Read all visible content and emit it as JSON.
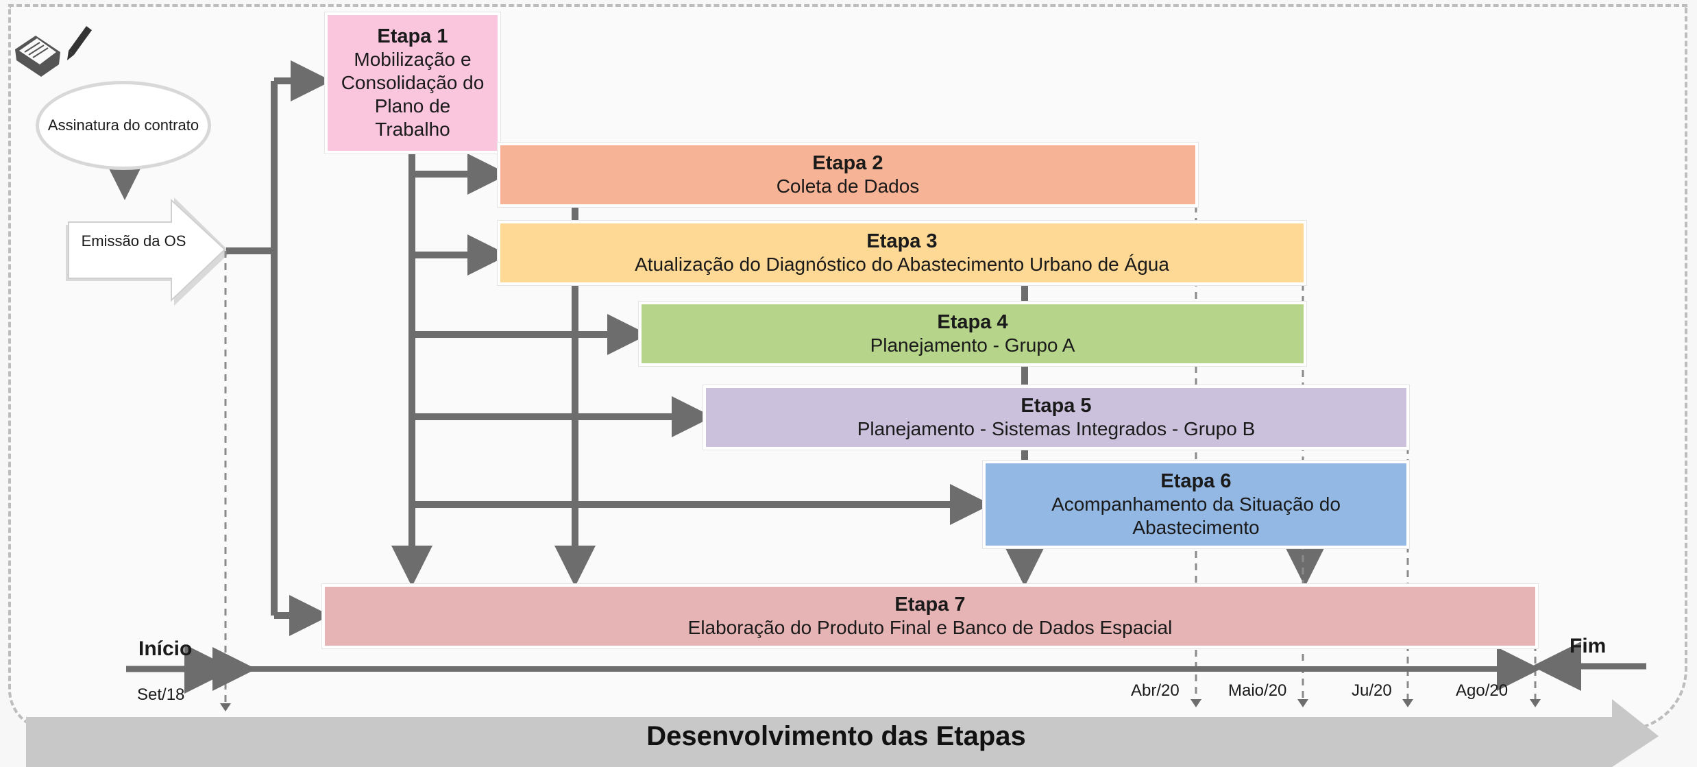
{
  "colors": {
    "etapa1": "#f9c6de",
    "etapa2": "#f7b395",
    "etapa3": "#fdd995",
    "etapa4": "#b7d58a",
    "etapa5": "#ccc1dc",
    "etapa6": "#94b8e4",
    "etapa7": "#e6b4b4",
    "arrow": "#6d6d6d",
    "timeline_bar": "#c8c8c8"
  },
  "start": {
    "contract": "Assinatura do contrato",
    "os": "Emissão da OS"
  },
  "etapas": [
    {
      "title": "Etapa 1",
      "desc": "Mobilização e Consolidação do Plano de Trabalho"
    },
    {
      "title": "Etapa 2",
      "desc": "Coleta de Dados"
    },
    {
      "title": "Etapa 3",
      "desc": "Atualização do Diagnóstico do Abastecimento Urbano de Água"
    },
    {
      "title": "Etapa 4",
      "desc": "Planejamento - Grupo A"
    },
    {
      "title": "Etapa 5",
      "desc": "Planejamento - Sistemas Integrados - Grupo B"
    },
    {
      "title": "Etapa 6",
      "desc": "Acompanhamento da Situação do Abastecimento"
    },
    {
      "title": "Etapa 7",
      "desc": "Elaboração do Produto Final e Banco de Dados Espacial"
    }
  ],
  "timeline": {
    "start_label": "Início",
    "end_label": "Fim",
    "start_date": "Set/18",
    "dates": [
      "Abr/20",
      "Maio/20",
      "Ju/20",
      "Ago/20"
    ]
  },
  "footer": {
    "title": "Desenvolvimento das Etapas"
  }
}
